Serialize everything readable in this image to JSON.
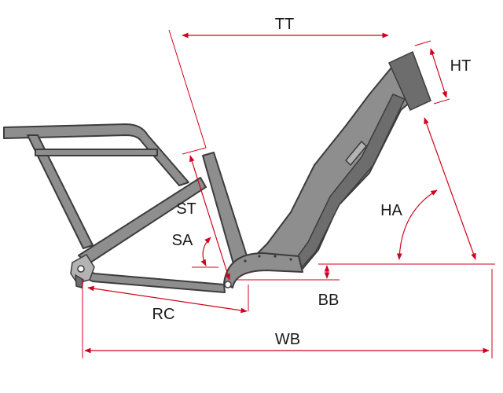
{
  "labels": {
    "tt": "TT",
    "ht": "HT",
    "st": "ST",
    "ha": "HA",
    "sa": "SA",
    "bb": "BB",
    "rc": "RC",
    "wb": "WB"
  },
  "colors": {
    "dimension": "#d0021b",
    "frame": "#8e8e8e",
    "outline": "#3c3c3c"
  }
}
